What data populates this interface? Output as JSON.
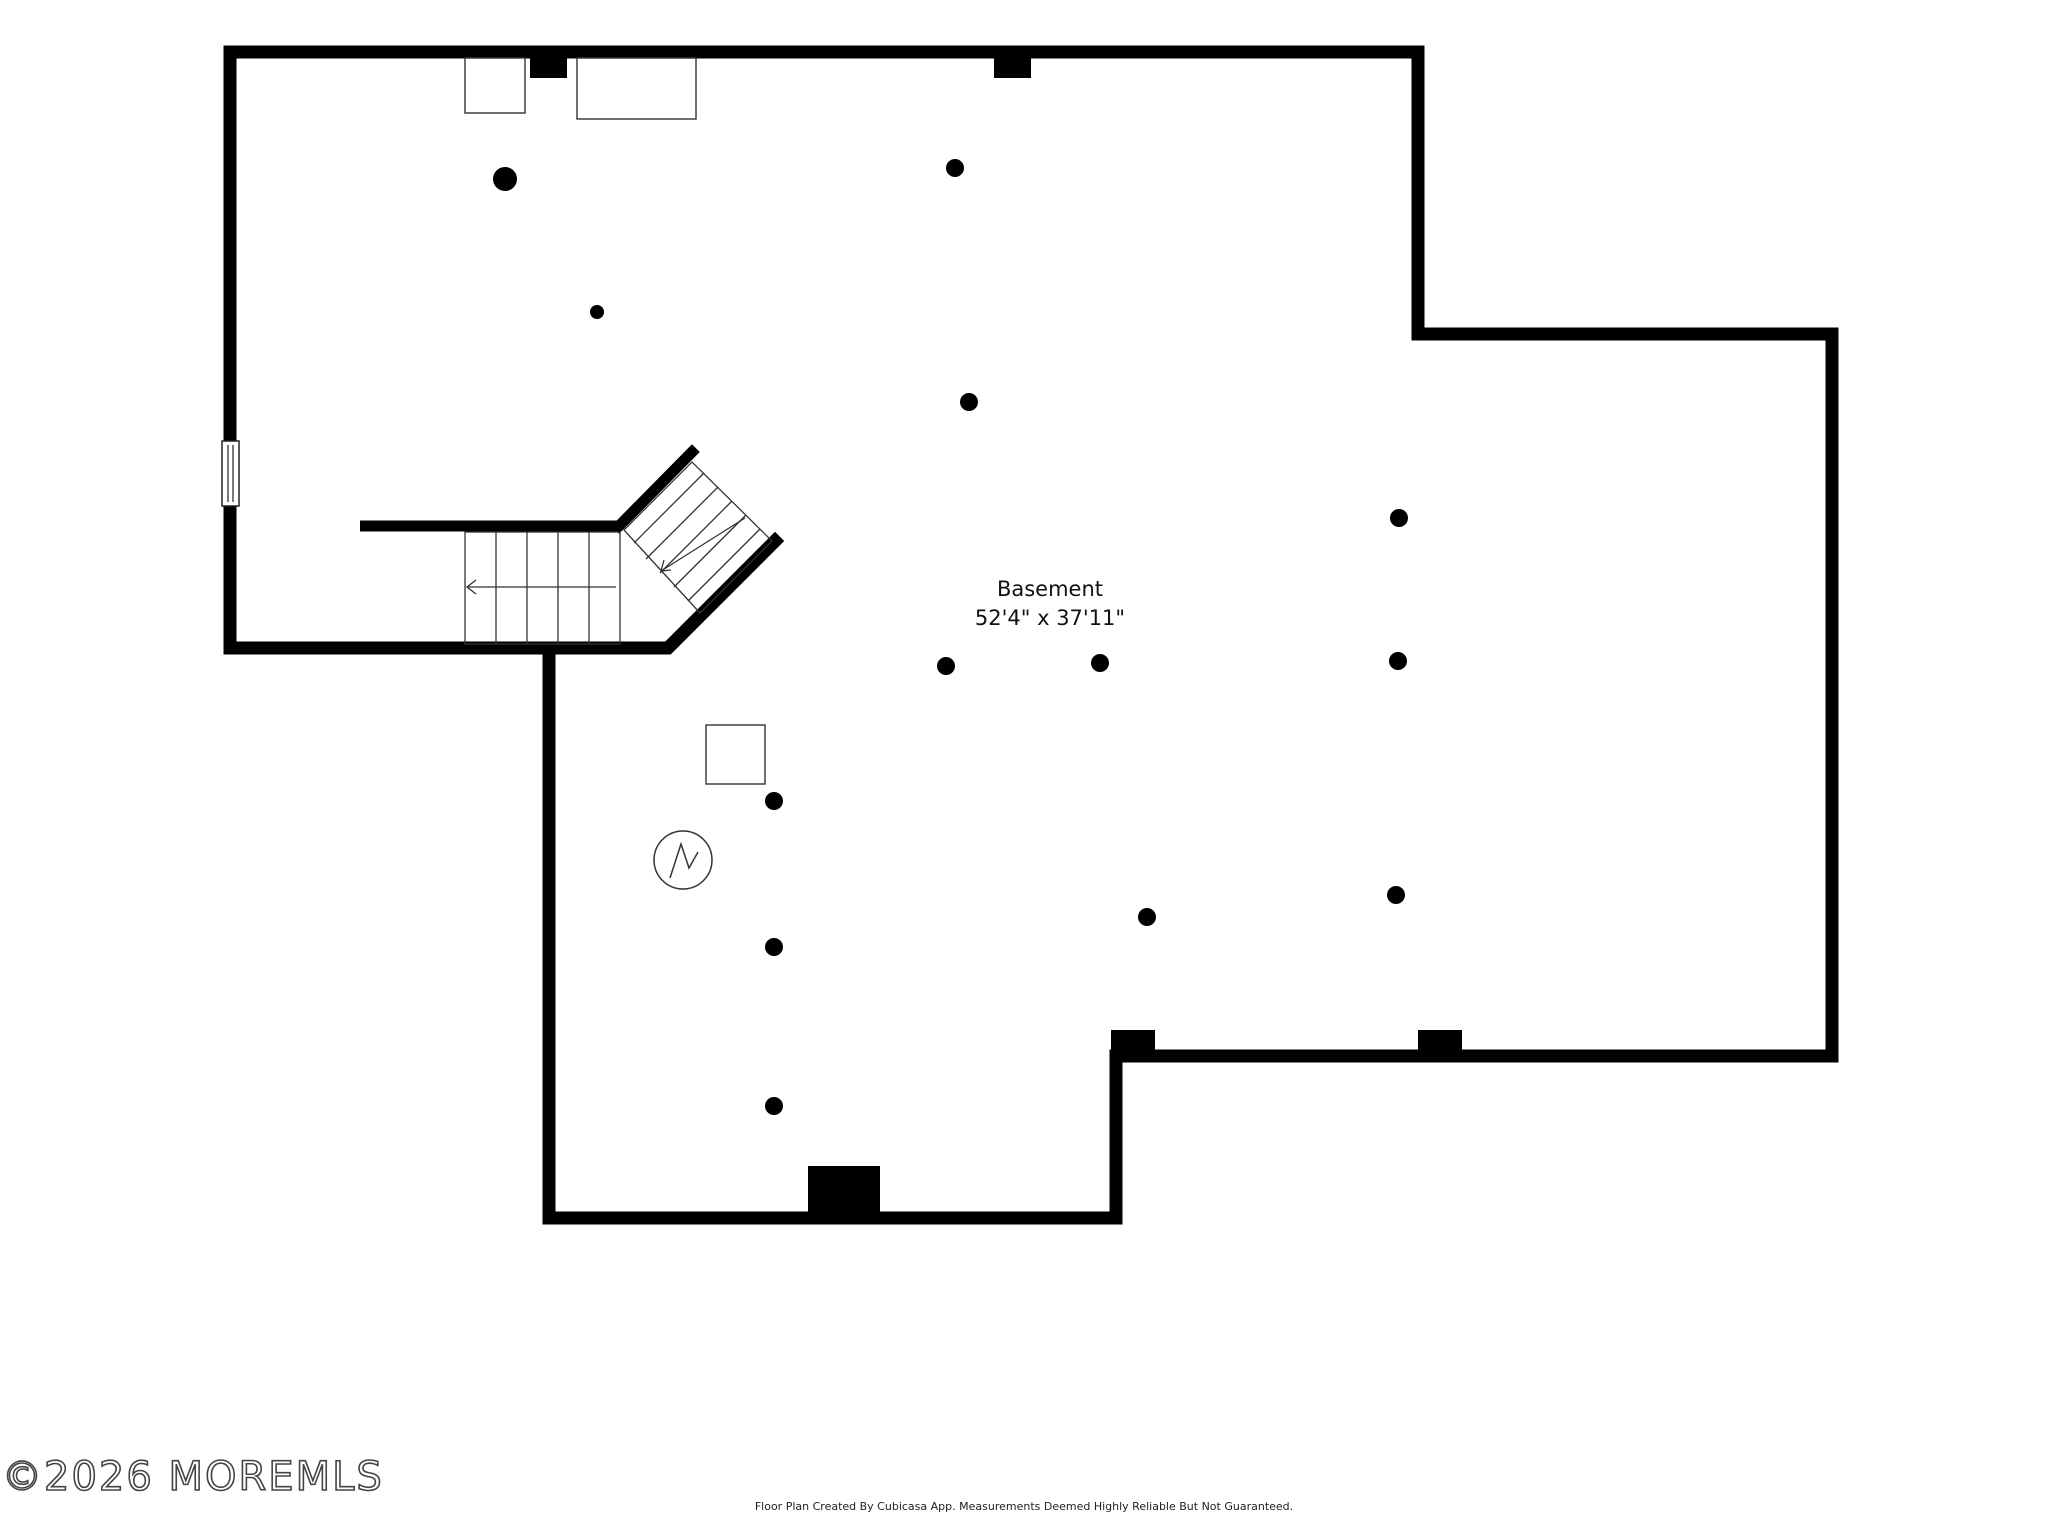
{
  "room": {
    "name": "Basement",
    "dimensions": "52'4\" x 37'11\""
  },
  "watermark": "©2026 MOREMLS",
  "footer": "Floor Plan Created By Cubicasa App. Measurements Deemed Highly Reliable But Not Guaranteed.",
  "colors": {
    "wall": "#000000",
    "fixture_outline": "#333333",
    "background": "#ffffff"
  },
  "icons": {
    "water_heater": "water-heater-icon",
    "stair_direction": "arrow-left-icon"
  }
}
